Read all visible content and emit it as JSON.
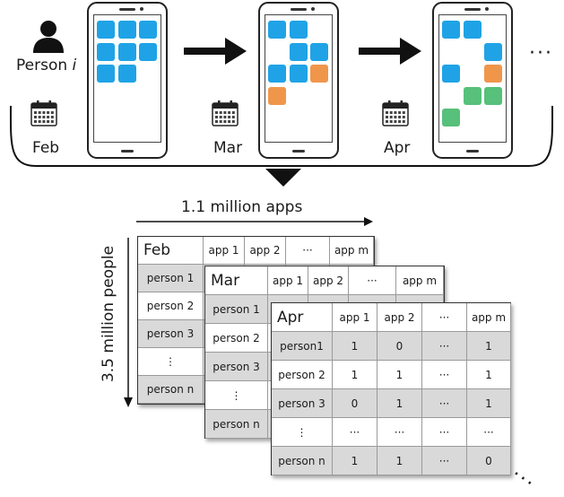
{
  "person_label": "Person",
  "person_var": "i",
  "months": [
    "Feb",
    "Mar",
    "Apr"
  ],
  "ellipsis": "···",
  "x_axis_label": "1.1 million apps",
  "y_axis_label": "3.5 million people",
  "colors": {
    "blue": "#1fa3e6",
    "orange": "#f0964b",
    "green": "#57c07a",
    "gray_cell": "#d9d9d9",
    "outline": "#222222"
  },
  "icons": [
    "person-icon",
    "calendar-icon",
    "right-arrow-icon",
    "down-arrow-icon"
  ],
  "phones": [
    {
      "month": "Feb",
      "apps": [
        [
          "blue",
          "blue",
          "blue"
        ],
        [
          "blue",
          "blue",
          "blue"
        ],
        [
          "blue",
          "blue",
          "empty"
        ]
      ]
    },
    {
      "month": "Mar",
      "apps": [
        [
          "blue",
          "blue",
          "empty"
        ],
        [
          "empty",
          "blue",
          "blue"
        ],
        [
          "blue",
          "blue",
          "orange"
        ],
        [
          "orange",
          "empty",
          "empty"
        ]
      ]
    },
    {
      "month": "Apr",
      "apps": [
        [
          "blue",
          "blue",
          "empty"
        ],
        [
          "empty",
          "empty",
          "blue"
        ],
        [
          "blue",
          "empty",
          "orange"
        ],
        [
          "empty",
          "green",
          "green"
        ],
        [
          "green",
          "empty",
          "empty"
        ]
      ]
    }
  ],
  "tables": [
    {
      "month": "Feb",
      "columns": [
        "app 1",
        "app 2",
        "···",
        "app m"
      ],
      "rows": [
        {
          "person": "person 1",
          "values": []
        },
        {
          "person": "person 2",
          "values": []
        },
        {
          "person": "person 3",
          "values": []
        },
        {
          "person": "⋮",
          "values": []
        },
        {
          "person": "person n",
          "values": []
        }
      ]
    },
    {
      "month": "Mar",
      "columns": [
        "app 1",
        "app 2",
        "···",
        "app m"
      ],
      "rows": [
        {
          "person": "person 1",
          "values": []
        },
        {
          "person": "person 2",
          "values": []
        },
        {
          "person": "person 3",
          "values": []
        },
        {
          "person": "⋮",
          "values": []
        },
        {
          "person": "person n",
          "values": []
        }
      ]
    },
    {
      "month": "Apr",
      "columns": [
        "app 1",
        "app 2",
        "···",
        "app m"
      ],
      "rows": [
        {
          "person": "person1",
          "values": [
            "1",
            "0",
            "···",
            "1"
          ]
        },
        {
          "person": "person 2",
          "values": [
            "1",
            "1",
            "···",
            "1"
          ]
        },
        {
          "person": "person 3",
          "values": [
            "0",
            "1",
            "···",
            "1"
          ]
        },
        {
          "person": "⋮",
          "values": [
            "···",
            "···",
            "···",
            "···"
          ]
        },
        {
          "person": "person n",
          "values": [
            "1",
            "1",
            "···",
            "0"
          ]
        }
      ]
    }
  ]
}
